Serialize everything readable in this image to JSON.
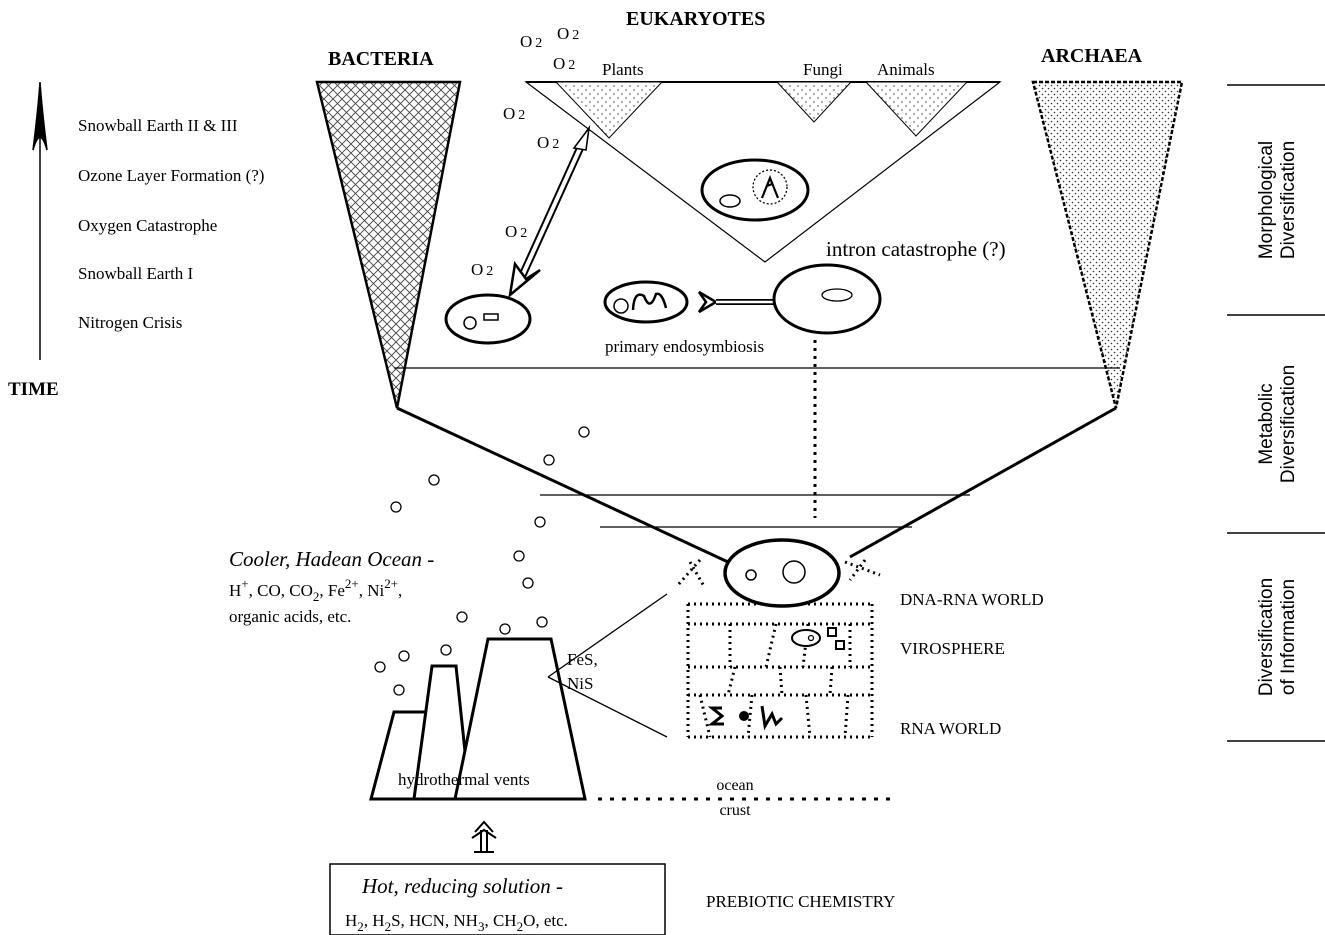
{
  "headers": {
    "bacteria": "BACTERIA",
    "eukaryotes": "EUKARYOTES",
    "archaea": "ARCHAEA"
  },
  "eukaryote_groups": {
    "plants": "Plants",
    "fungi": "Fungi",
    "animals": "Animals"
  },
  "timeline": {
    "axis_label": "TIME",
    "events": [
      "Snowball Earth II & III",
      "Ozone Layer Formation (?)",
      "Oxygen Catastrophe",
      "Snowball Earth I",
      "Nitrogen Crisis"
    ]
  },
  "oxygen_label": "O",
  "oxygen_subscript": "2",
  "events": {
    "intron": "intron catastrophe (?)",
    "endosymbiosis": "primary endosymbiosis"
  },
  "phases": {
    "morphological": [
      "Morphological",
      "Diversification"
    ],
    "metabolic": [
      "Metabolic",
      "Diversification"
    ],
    "information": [
      "Diversification",
      "of Information"
    ]
  },
  "ocean": {
    "title": "Cooler, Hadean Ocean -",
    "ions": [
      "H",
      "+",
      ", CO, CO",
      "2",
      ", Fe",
      "2+",
      ", Ni",
      "2+",
      ","
    ],
    "line3": "organic acids, etc."
  },
  "minerals": [
    "FeS,",
    "NiS"
  ],
  "worlds": [
    "DNA-RNA WORLD",
    "VIROSPHERE",
    "RNA WORLD"
  ],
  "vents_label": "hydrothermal vents",
  "crust_label": [
    "ocean",
    "crust"
  ],
  "solution": {
    "title": "Hot, reducing solution -",
    "parts": [
      "H",
      "2",
      ", H",
      "2",
      "S, HCN, NH",
      "3",
      ", CH",
      "2",
      "O, etc."
    ]
  },
  "prebiotic_label": "PREBIOTIC CHEMISTRY"
}
